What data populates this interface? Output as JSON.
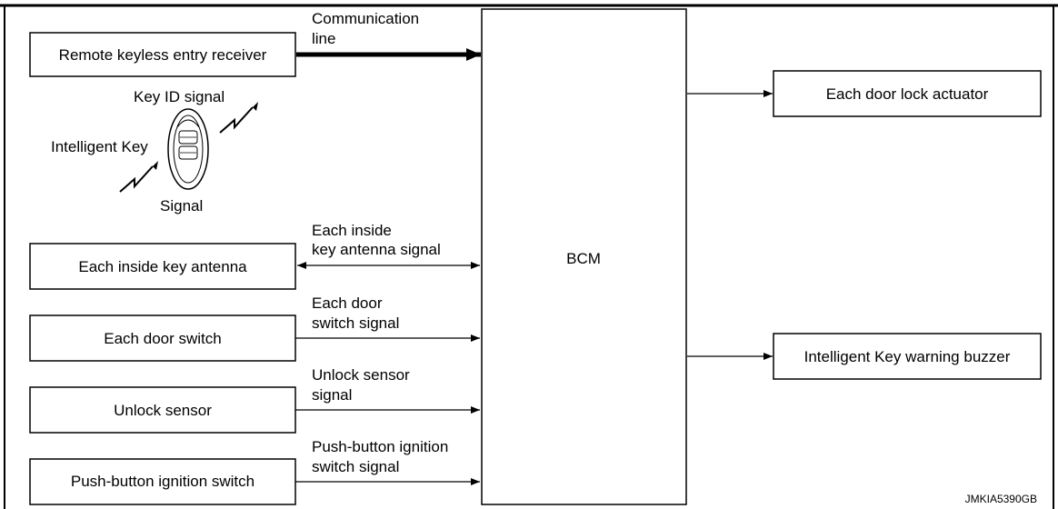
{
  "colors": {
    "line": "#000000",
    "background": "#ffffff"
  },
  "blocks": {
    "bcm": "BCM",
    "remote_keyless": "Remote keyless entry receiver",
    "inside_antenna": "Each inside key antenna",
    "door_switch": "Each door switch",
    "unlock_sensor": "Unlock sensor",
    "ignition_switch": "Push-button ignition switch",
    "door_lock_actuator": "Each door lock actuator",
    "warning_buzzer": "Intelligent Key warning buzzer"
  },
  "signals": {
    "communication": [
      "Communication",
      "line"
    ],
    "inside_antenna": [
      "Each inside",
      "key antenna signal"
    ],
    "door_switch": [
      "Each door",
      "switch signal"
    ],
    "unlock_sensor": [
      "Unlock sensor",
      "signal"
    ],
    "ignition": [
      "Push-button ignition",
      "switch signal"
    ]
  },
  "key": {
    "key_id_signal": "Key ID signal",
    "intelligent_key": "Intelligent Key",
    "signal": "Signal",
    "icons": [
      "intelligent-key-fob-icon",
      "radio-wave-icon"
    ]
  },
  "code": "JMKIA5390GB"
}
